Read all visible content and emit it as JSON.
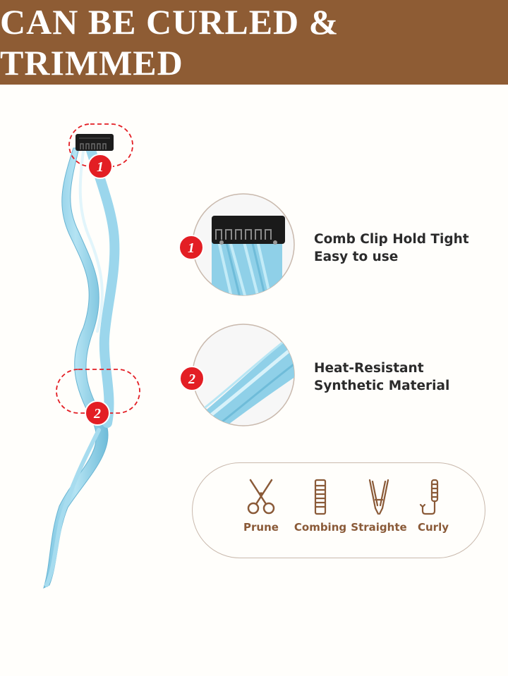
{
  "banner": {
    "title": "CAN BE CURLED & TRIMMED",
    "background": "#8e5c34"
  },
  "badges": {
    "one": "1",
    "two": "2",
    "color": "#e31e24"
  },
  "features": [
    {
      "line1": "Comb Clip Hold Tight",
      "line2": "Easy to use"
    },
    {
      "line1": "Heat-Resistant",
      "line2": "Synthetic Material"
    }
  ],
  "tools": [
    {
      "label": "Prune",
      "icon": "scissors-icon"
    },
    {
      "label": "Combing",
      "icon": "comb-icon"
    },
    {
      "label": "Straighte",
      "icon": "flat-iron-icon"
    },
    {
      "label": "Curly",
      "icon": "curling-iron-icon"
    }
  ],
  "colors": {
    "hair": "#8fd0e8",
    "tool_icon": "#8a5a38"
  }
}
